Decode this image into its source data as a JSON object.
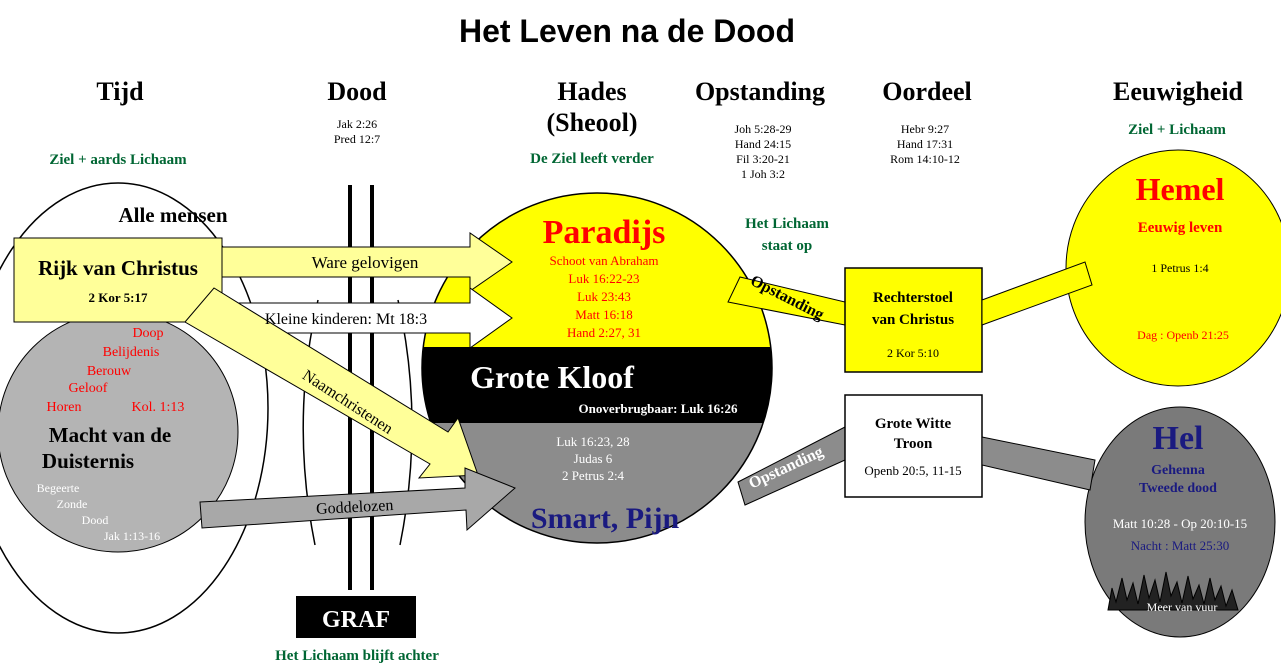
{
  "title": "Het Leven na de Dood",
  "columns": {
    "tijd": "Tijd",
    "dood": "Dood",
    "hades_1": "Hades",
    "hades_2": "(Sheool)",
    "opstanding": "Opstanding",
    "oordeel": "Oordeel",
    "eeuwigheid": "Eeuwigheid"
  },
  "refs": {
    "dood": [
      "Jak 2:26",
      "Pred 12:7"
    ],
    "opstanding": [
      "Joh 5:28-29",
      "Hand 24:15",
      "Fil 3:20-21",
      "1 Joh 3:2"
    ],
    "oordeel": [
      "Hebr 9:27",
      "Hand 17:31",
      "Rom 14:10-12"
    ]
  },
  "subtitles": {
    "ziel_aards": "Ziel + aards Lichaam",
    "ziel_leeft": "De Ziel leeft verder",
    "ziel_lichaam": "Ziel + Lichaam",
    "lichaam_op_1": "Het Lichaam",
    "lichaam_op_2": "staat op",
    "lichaam_achter": "Het Lichaam blijft achter"
  },
  "left": {
    "alle_mensen": "Alle mensen",
    "rijk": "Rijk van Christus",
    "rijk_ref": "2 Kor 5:17",
    "conversion": [
      "Doop",
      "Belijdenis",
      "Berouw",
      "Geloof",
      "Horen"
    ],
    "kol": "Kol. 1:13",
    "macht_1": "Macht van de",
    "macht_2": "Duisternis",
    "sin": [
      "Begeerte",
      "Zonde",
      "Dood",
      "Jak 1:13-16"
    ]
  },
  "arrows": {
    "ware": "Ware gelovigen",
    "kleine": "Kleine kinderen: Mt 18:3",
    "naam": "Naamchristenen",
    "godde": "Goddelozen",
    "opst1": "Opstanding",
    "opst2": "Opstanding"
  },
  "paradijs": {
    "title": "Paradijs",
    "lines": [
      "Schoot van Abraham",
      "Luk 16:22-23",
      "Luk 23:43",
      "Matt 16:18",
      "Hand 2:27, 31"
    ]
  },
  "kloof": {
    "title": "Grote Kloof",
    "sub": "Onoverbrugbaar: Luk 16:26"
  },
  "smart": {
    "refs": [
      "Luk 16:23, 28",
      "Judas 6",
      "2 Petrus 2:4"
    ],
    "title": "Smart, Pijn"
  },
  "graf": "GRAF",
  "rechterstoel": {
    "l1": "Rechterstoel",
    "l2": "van Christus",
    "ref": "2 Kor 5:10"
  },
  "troon": {
    "l1": "Grote Witte",
    "l2": "Troon",
    "ref": "Openb 20:5, 11-15"
  },
  "hemel": {
    "title": "Hemel",
    "sub": "Eeuwig leven",
    "ref": "1 Petrus 1:4",
    "dag": "Dag : Openb 21:25"
  },
  "hel": {
    "title": "Hel",
    "sub1": "Gehenna",
    "sub2": "Tweede dood",
    "ref": "Matt 10:28 - Op 20:10-15",
    "nacht": "Nacht : Matt 25:30",
    "vuur": "Meer van vuur"
  },
  "colors": {
    "yellow": "#ffff00",
    "light_yellow": "#ffff99",
    "gray": "#a0a0a0",
    "dark_gray": "#6e6e6e",
    "green": "#006633",
    "red": "#ff0000",
    "navy": "#1a1a80"
  }
}
